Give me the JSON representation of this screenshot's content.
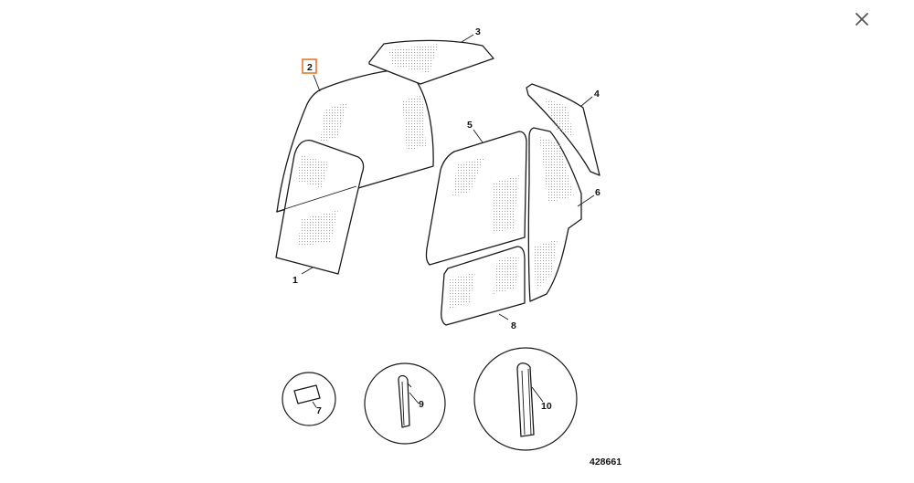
{
  "viewer": {
    "close_icon": "close-icon",
    "highlight_color": "#e8782a",
    "highlighted_callout": "2"
  },
  "diagram": {
    "drawing_number": "428661",
    "callouts": [
      "1",
      "2",
      "3",
      "4",
      "5",
      "6",
      "7",
      "8",
      "9",
      "10"
    ]
  }
}
